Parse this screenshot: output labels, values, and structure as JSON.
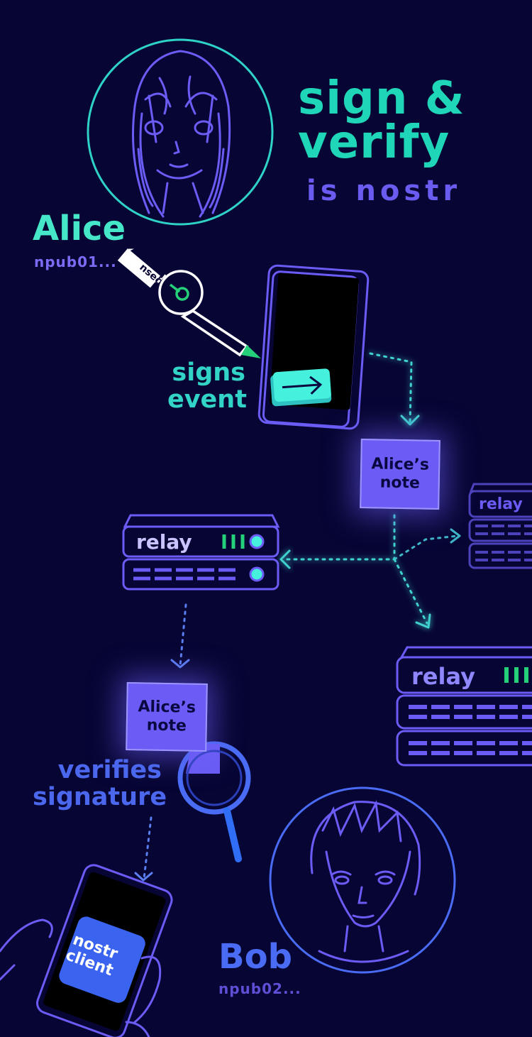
{
  "title": {
    "line1": "sign &",
    "line2": "verify",
    "subtitle": "is nostr"
  },
  "alice": {
    "name": "Alice",
    "npub": "npub01..."
  },
  "bob": {
    "name": "Bob",
    "npub": "npub02..."
  },
  "key": {
    "label": "nsec"
  },
  "steps": {
    "sign": "signs event",
    "verify": "verifies signature"
  },
  "note": {
    "label": "Alice’s note"
  },
  "relays": [
    {
      "label": "relay"
    },
    {
      "label": "relay"
    },
    {
      "label": "relay"
    }
  ],
  "client": {
    "label": "nostr client"
  },
  "colors": {
    "background": "#070533",
    "teal": "#1fd6b8",
    "purple": "#6a5cf0",
    "blue": "#4a6cf5",
    "green": "#25d07a"
  },
  "icons": [
    "alice-avatar",
    "bob-avatar",
    "key-icon",
    "phone-icon",
    "relay-server-icon",
    "magnifier-icon",
    "hand-phone-icon",
    "arrow-right-icon"
  ]
}
